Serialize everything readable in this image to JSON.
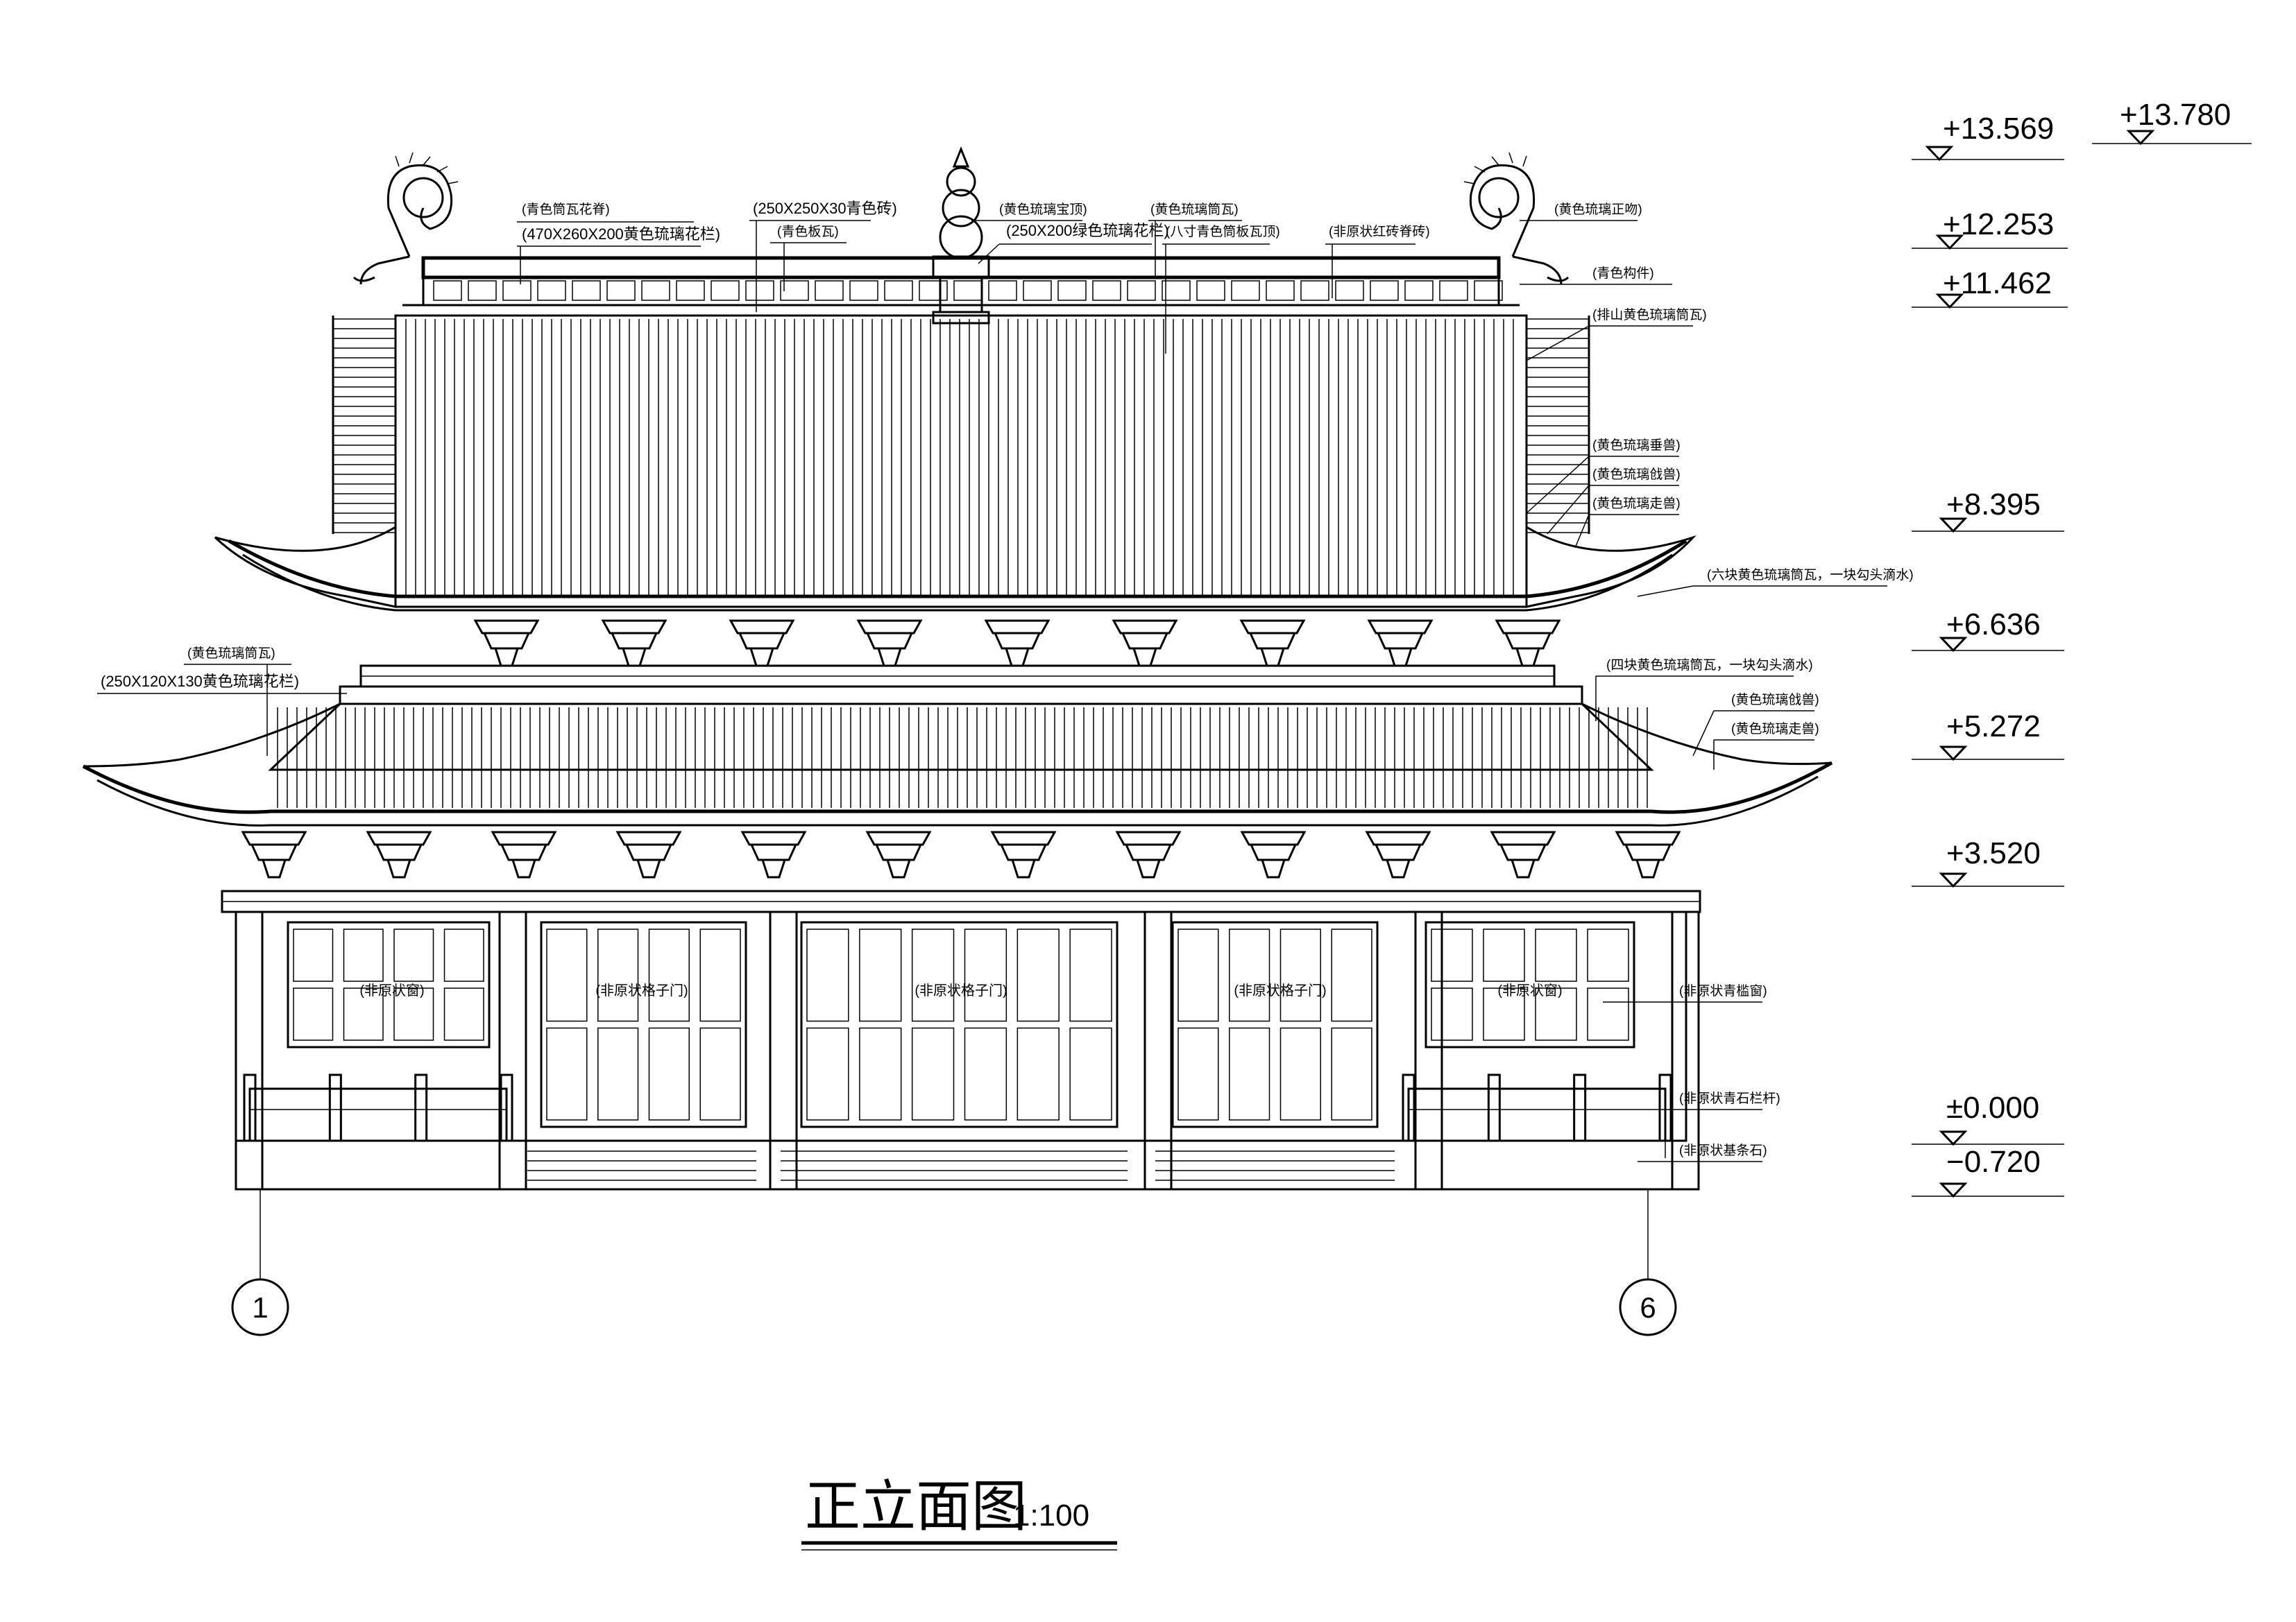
{
  "title": {
    "main": "正立面图",
    "scale": "1:100"
  },
  "axes": {
    "left": "1",
    "right": "6"
  },
  "elevations": [
    {
      "label": "+13.569"
    },
    {
      "label": "+13.780"
    },
    {
      "label": "+12.253"
    },
    {
      "label": "+11.462"
    },
    {
      "label": "+8.395"
    },
    {
      "label": "+6.636"
    },
    {
      "label": "+5.272"
    },
    {
      "label": "+3.520"
    },
    {
      "label": "±0.000"
    },
    {
      "label": "−0.720"
    }
  ],
  "callouts": {
    "top_left_1": "(青色筒瓦花脊)",
    "top_left_2": "(470X260X200黄色琉璃花栏)",
    "top_mid_1": "(250X250X30青色砖)",
    "top_mid_2": "(青色板瓦)",
    "top_mid_3": "(黄色琉璃宝顶)",
    "top_mid_4": "(250X200绿色琉璃花栏)",
    "top_mid_5": "(黄色琉璃筒瓦)",
    "top_mid_6": "(八寸青色筒板瓦顶)",
    "top_mid_7": "(非原状红砖脊砖)",
    "top_right_1": "(黄色琉璃正吻)",
    "top_right_2": "(青色构件)",
    "top_right_3": "(排山黄色琉璃筒瓦)",
    "right_mid_1": "(黄色琉璃垂兽)",
    "right_mid_2": "(黄色琉璃戗兽)",
    "right_mid_3": "(黄色琉璃走兽)",
    "right_mid_4": "(六块黄色琉璃筒瓦，一块勾头滴水)",
    "right_low_1": "(四块黄色琉璃筒瓦，一块勾头滴水)",
    "right_low_2": "(黄色琉璃戗兽)",
    "right_low_3": "(黄色琉璃走兽)",
    "left_low_1": "(黄色琉璃筒瓦)",
    "left_low_2": "(250X120X130黄色琉璃花栏)",
    "right_wall_1": "(非原状青槛窗)",
    "right_wall_2": "(非原状青石栏杆)",
    "right_wall_3": "(非原状基条石)"
  },
  "bays": [
    {
      "label": "(非原状窗)"
    },
    {
      "label": "(非原状格子门)"
    },
    {
      "label": "(非原状格子门)"
    },
    {
      "label": "(非原状格子门)"
    },
    {
      "label": "(非原状窗)"
    }
  ]
}
